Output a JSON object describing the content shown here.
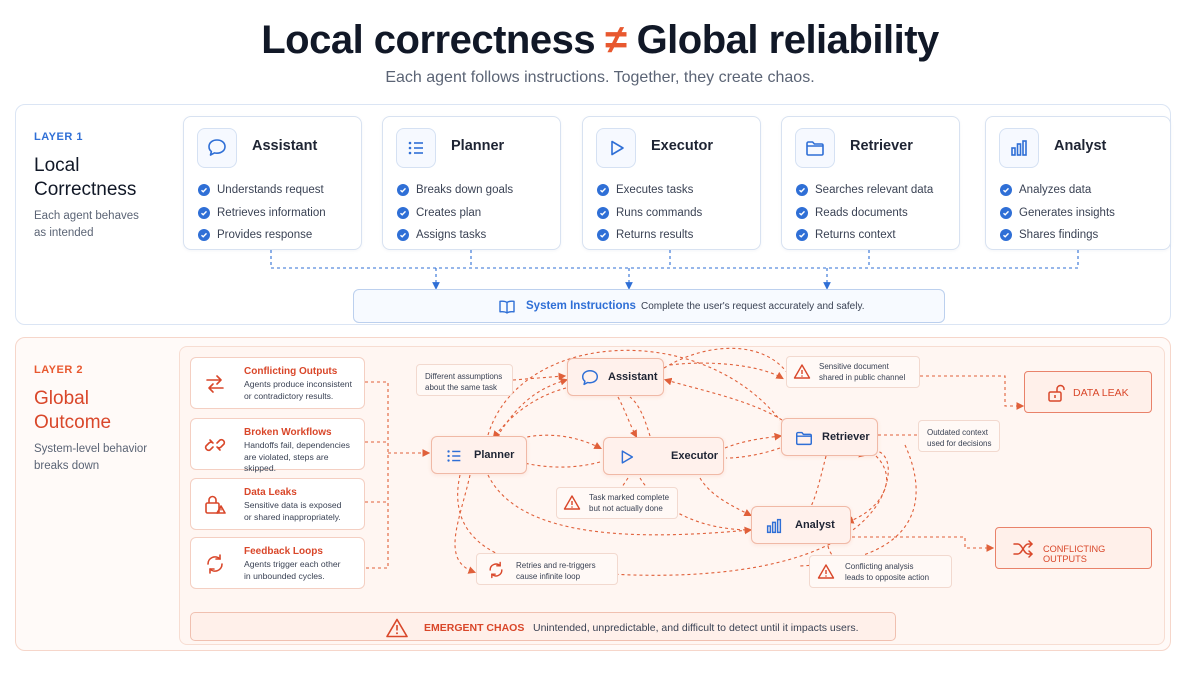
{
  "header": {
    "title_left": "Local correctness",
    "title_symbol": "≠",
    "title_right": "Global reliability",
    "subtitle": "Each agent follows instructions. Together, they create chaos."
  },
  "layer1": {
    "label": "LAYER 1",
    "title_line1": "Local",
    "title_line2": "Correctness",
    "desc_line1": "Each agent behaves",
    "desc_line2": "as intended",
    "accent": "#2f6fd6",
    "agents": [
      {
        "name": "Assistant",
        "icon": "chat-bubble-icon",
        "items": [
          "Understands request",
          "Retrieves information",
          "Provides response"
        ]
      },
      {
        "name": "Planner",
        "icon": "list-icon",
        "items": [
          "Breaks down goals",
          "Creates plan",
          "Assigns tasks"
        ]
      },
      {
        "name": "Executor",
        "icon": "play-icon",
        "items": [
          "Executes tasks",
          "Runs commands",
          "Returns results"
        ]
      },
      {
        "name": "Retriever",
        "icon": "folder-icon",
        "items": [
          "Searches relevant data",
          "Reads documents",
          "Returns context"
        ]
      },
      {
        "name": "Analyst",
        "icon": "bar-chart-icon",
        "items": [
          "Analyzes data",
          "Generates insights",
          "Shares findings"
        ]
      }
    ],
    "system": {
      "icon": "book-icon",
      "label": "System Instructions",
      "text": "Complete the user's request accurately and safely."
    }
  },
  "layer2": {
    "label": "LAYER 2",
    "title_line1": "Global",
    "title_line2": "Outcome",
    "desc_line1": "System-level behavior",
    "desc_line2": "breaks down",
    "accent": "#d9472a",
    "issues": [
      {
        "title": "Conflicting Outputs",
        "icon": "swap-arrows-icon",
        "line1": "Agents produce inconsistent",
        "line2": "or contradictory results."
      },
      {
        "title": "Broken Workflows",
        "icon": "broken-link-icon",
        "line1": "Handoffs fail, dependencies",
        "line2": "are violated, steps are skipped."
      },
      {
        "title": "Data Leaks",
        "icon": "lock-warning-icon",
        "line1": "Sensitive data is exposed",
        "line2": "or shared inappropriately."
      },
      {
        "title": "Feedback Loops",
        "icon": "cycle-icon",
        "line1": "Agents trigger each other",
        "line2": "in unbounded cycles."
      }
    ],
    "nodes": {
      "assistant": "Assistant",
      "planner": "Planner",
      "executor": "Executor",
      "retriever": "Retriever",
      "analyst": "Analyst"
    },
    "notes": {
      "assumptions": [
        "Different assumptions",
        "about the same task"
      ],
      "sensitive": [
        "Sensitive document",
        "shared in public channel"
      ],
      "outdated": [
        "Outdated context",
        "used for decisions"
      ],
      "task_marked": [
        "Task marked complete",
        "but not actually done"
      ],
      "retries": [
        "Retries and re-triggers",
        "cause infinite loop"
      ],
      "conflicting_analysis": [
        "Conflicting analysis",
        "leads to opposite action"
      ]
    },
    "outcomes": {
      "data_leak": "DATA LEAK",
      "conflicting_outputs": "CONFLICTING OUTPUTS"
    },
    "chaos": {
      "title": "EMERGENT CHAOS",
      "text": "Unintended, unpredictable, and difficult to detect until it impacts users."
    }
  }
}
